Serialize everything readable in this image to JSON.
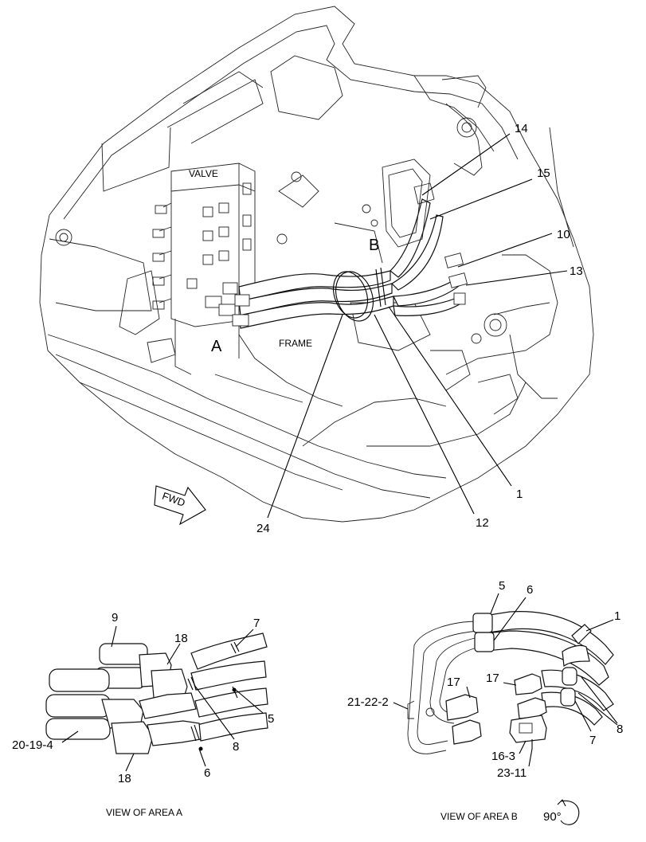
{
  "main_view": {
    "labels": {
      "valve": "VALVE",
      "frame": "FRAME",
      "area_a": "A",
      "area_b": "B",
      "fwd": "FWD"
    },
    "callouts": [
      "14",
      "15",
      "10",
      "13",
      "1",
      "12",
      "24"
    ]
  },
  "view_a": {
    "caption": "VIEW OF AREA  A",
    "callouts": [
      "9",
      "18",
      "7",
      "5",
      "8",
      "6",
      "20-19-4",
      "18"
    ]
  },
  "view_b": {
    "caption": "VIEW OF AREA  B",
    "rotation": "90°",
    "callouts": [
      "5",
      "6",
      "1",
      "17",
      "17",
      "21-22-2",
      "8",
      "7",
      "16-3",
      "23-11"
    ]
  }
}
